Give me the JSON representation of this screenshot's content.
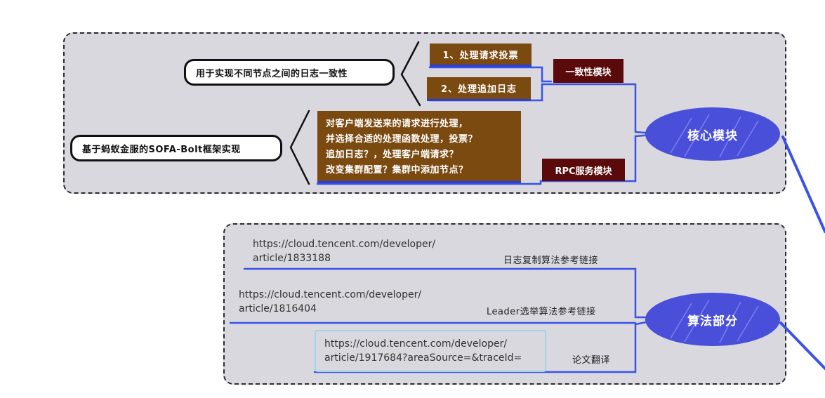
{
  "nodes": {
    "core_module": "核心模块",
    "algorithm": "算法部分",
    "consistency_module": "一致性模块",
    "rpc_module": "RPC服务模块",
    "log_consistency_desc": "用于实现不同节点之间的日志一致性",
    "vote_request": "1、处理请求投票",
    "append_log": "2、处理追加日志",
    "sofa_bolt_desc": "基于蚂蚁金服的SOFA-Bolt框架实现",
    "rpc_detail_lines": [
      "对客户端发送来的请求进行处理，",
      "并选择合适的处理函数处理，投票？",
      "追加日志？，处理客户端请求？",
      "改变集群配置？集群中添加节点？"
    ]
  },
  "links": [
    {
      "url_lines": [
        "https://cloud.tencent.com/developer/",
        "article/1833188"
      ],
      "label": "日志复制算法参考链接"
    },
    {
      "url_lines": [
        "https://cloud.tencent.com/developer/",
        "article/1816404"
      ],
      "label": "Leader选举算法参考链接"
    },
    {
      "url_lines": [
        "https://cloud.tencent.com/developer/",
        "article/1917684?areaSource=&traceId="
      ],
      "label": "论文翻译"
    }
  ],
  "colors": {
    "hub": "#4a4fd9",
    "line": "#3a52e6",
    "brown": "#7a4a10",
    "maroon": "#5a0a0a",
    "group_bg": "#d8d8de"
  }
}
